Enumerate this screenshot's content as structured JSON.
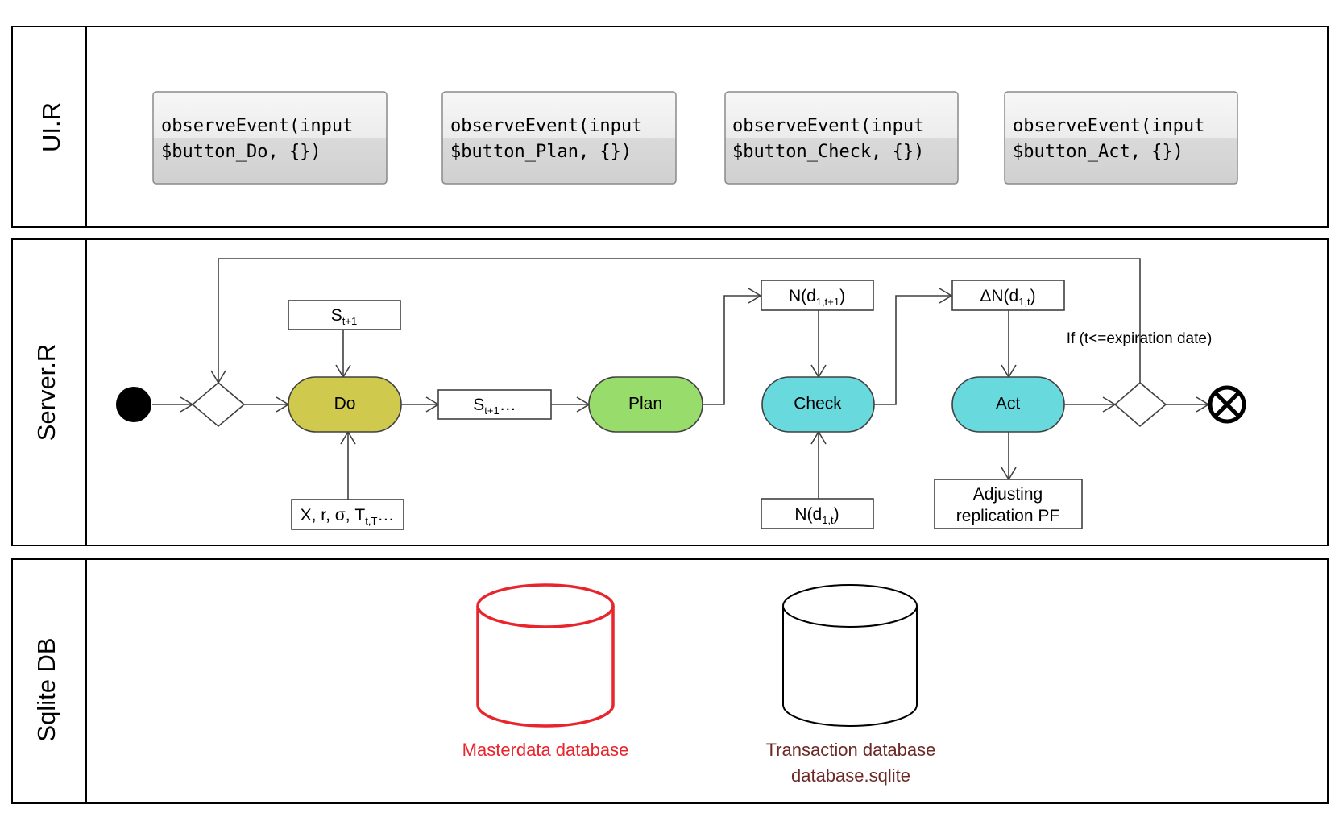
{
  "lanes": {
    "ui": "UI.R",
    "server": "Server.R",
    "db": "Sqlite DB"
  },
  "ui_buttons": [
    {
      "line1": "observeEvent(input",
      "line2": "$button_Do, {})"
    },
    {
      "line1": "observeEvent(input",
      "line2": "$button_Plan, {})"
    },
    {
      "line1": "observeEvent(input",
      "line2": "$button_Check, {})"
    },
    {
      "line1": "observeEvent(input",
      "line2": "$button_Act, {})"
    }
  ],
  "activities": {
    "do": "Do",
    "plan": "Plan",
    "check": "Check",
    "act": "Act"
  },
  "objects": {
    "s_next": {
      "base": "S",
      "sub": "t+1",
      "suffix": ""
    },
    "s_next_flow": {
      "base": "S",
      "sub": "t+1",
      "suffix": "…"
    },
    "params": {
      "base": "X, r, σ, T",
      "sub": "t,T",
      "suffix": "…"
    },
    "n_next": {
      "base": "N(d",
      "sub": "1,t+1",
      "suffix": ")"
    },
    "n_curr": {
      "base": "N(d",
      "sub": "1,t",
      "suffix": ")"
    },
    "delta_n": {
      "base": "ΔN(d",
      "sub": "1,t",
      "suffix": ")"
    },
    "adjust": {
      "line1": "Adjusting",
      "line2": "replication PF"
    }
  },
  "condition": "If (t<=expiration date)",
  "databases": {
    "master": {
      "label": "Masterdata database",
      "color": "#e8242c"
    },
    "transaction": {
      "line1": "Transaction database",
      "line2": "database.sqlite",
      "color": "#6b2a26"
    }
  },
  "colors": {
    "do": "#cfc94e",
    "plan": "#98dc6b",
    "check": "#68d9dd",
    "act": "#68d9dd"
  }
}
